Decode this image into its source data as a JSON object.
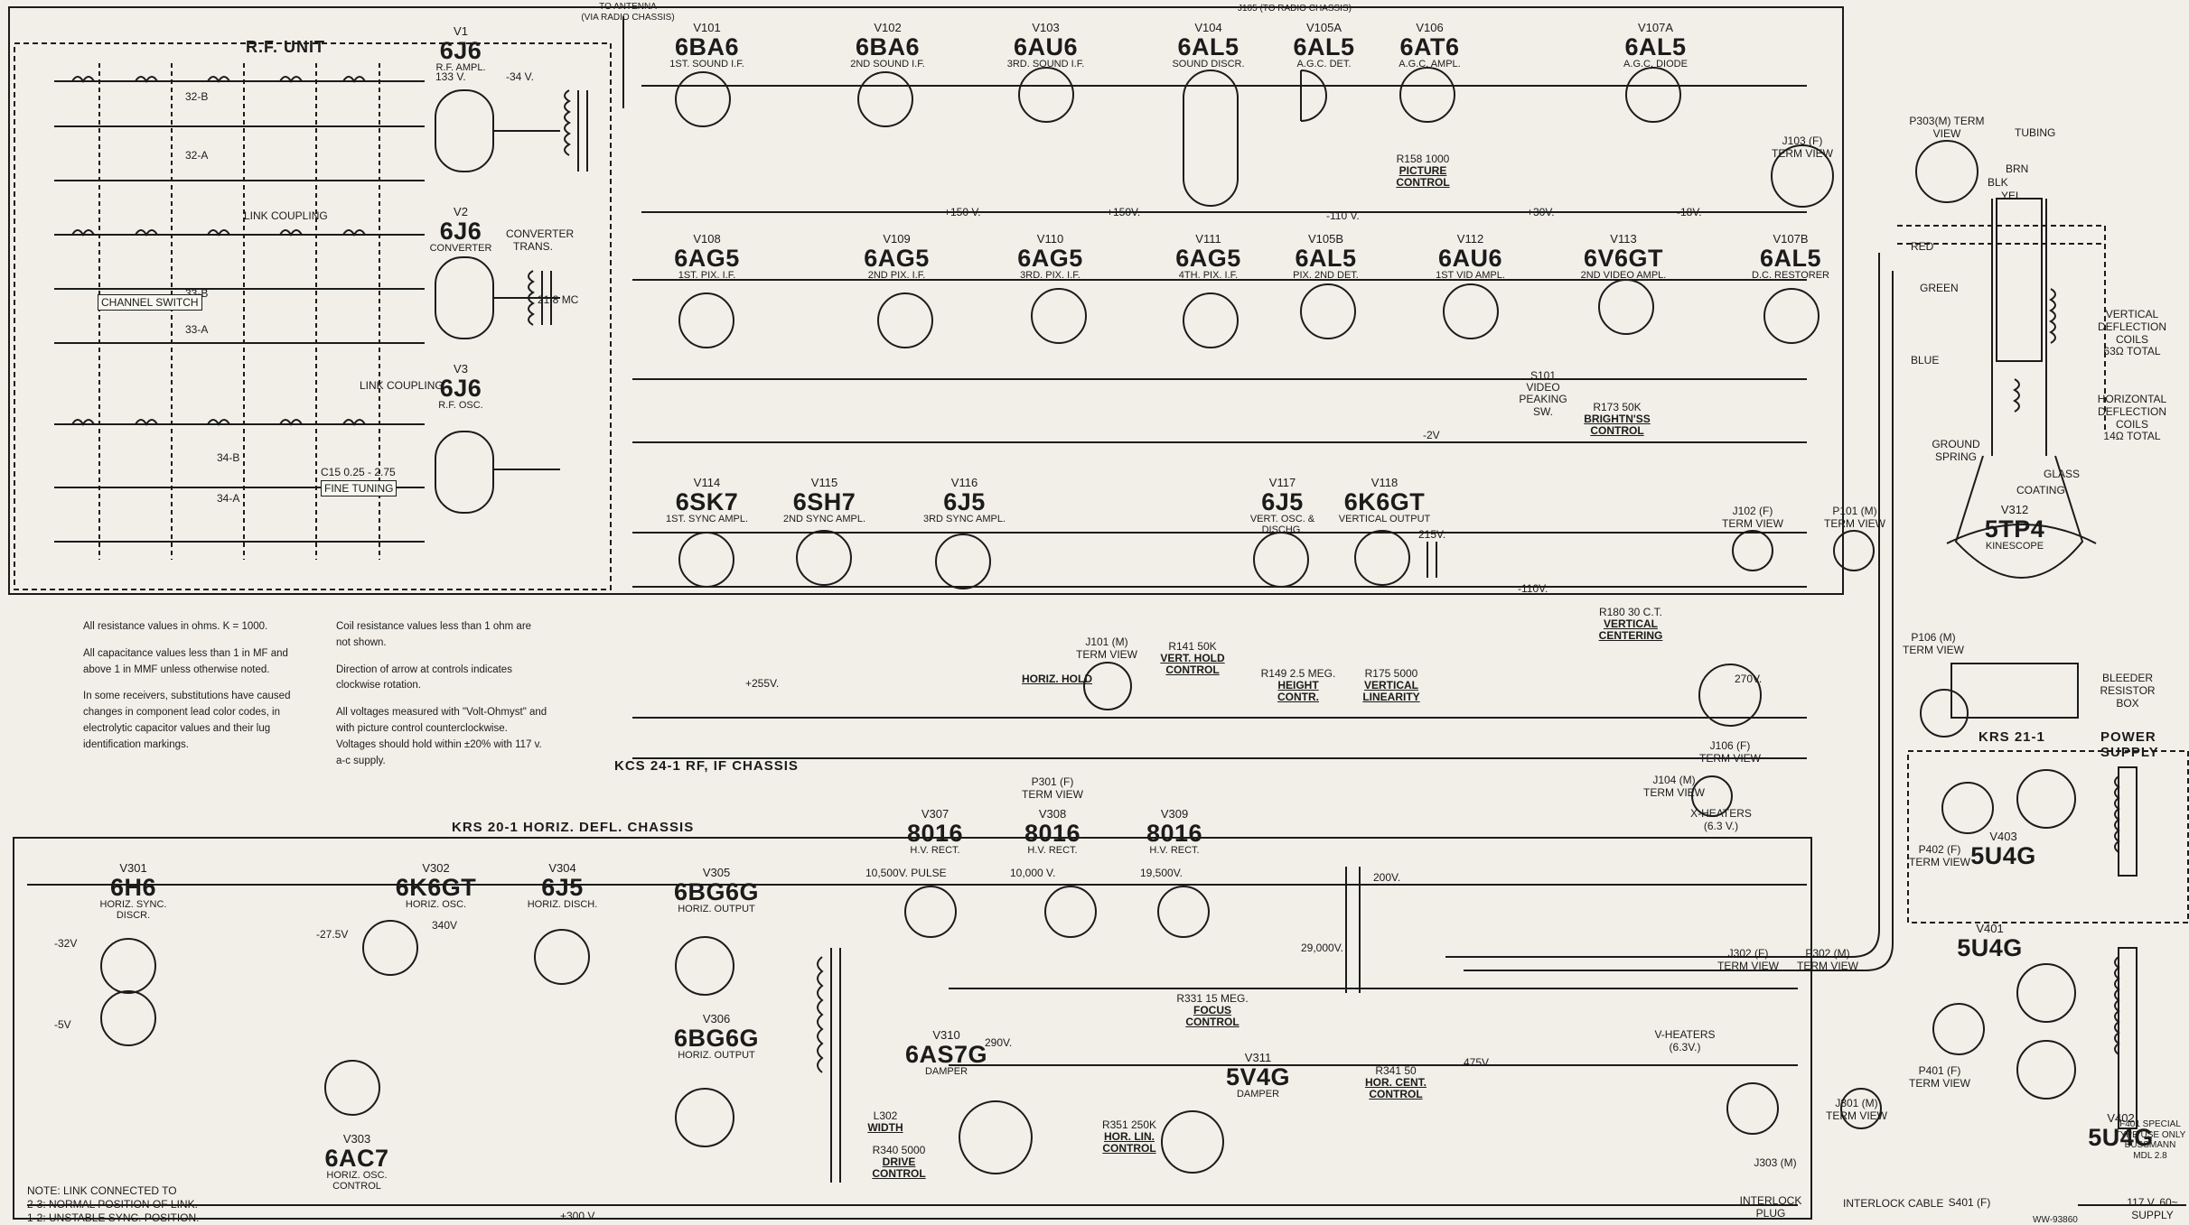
{
  "sections": {
    "rf_unit": "R.F. UNIT",
    "rf_if_chassis": "KCS 24-1 RF, IF CHASSIS",
    "horiz_defl_chassis": "KRS 20-1 HORIZ. DEFL. CHASSIS",
    "power_supply": "POWER SUPPLY",
    "power_chassis": "KRS 21-1"
  },
  "antenna_labels": [
    "TO ANTENNA",
    "(VIA RADIO CHASSIS)"
  ],
  "radio_jack": "J105 (TO RADIO CHASSIS)",
  "tubes": [
    {
      "id": "V1",
      "type": "6J6",
      "func": "R.F. AMPL."
    },
    {
      "id": "V2",
      "type": "6J6",
      "func": "CONVERTER"
    },
    {
      "id": "V3",
      "type": "6J6",
      "func": "R.F. OSC."
    },
    {
      "id": "V101",
      "type": "6BA6",
      "func": "1ST. SOUND I.F."
    },
    {
      "id": "V102",
      "type": "6BA6",
      "func": "2ND SOUND I.F."
    },
    {
      "id": "V103",
      "type": "6AU6",
      "func": "3RD. SOUND I.F."
    },
    {
      "id": "V104",
      "type": "6AL5",
      "func": "SOUND DISCR."
    },
    {
      "id": "V105A",
      "type": "6AL5",
      "func": "A.G.C. DET."
    },
    {
      "id": "V106",
      "type": "6AT6",
      "func": "A.G.C. AMPL."
    },
    {
      "id": "V107A",
      "type": "6AL5",
      "func": "A.G.C. DIODE"
    },
    {
      "id": "V108",
      "type": "6AG5",
      "func": "1ST. PIX. I.F."
    },
    {
      "id": "V109",
      "type": "6AG5",
      "func": "2ND PIX. I.F."
    },
    {
      "id": "V110",
      "type": "6AG5",
      "func": "3RD. PIX. I.F."
    },
    {
      "id": "V111",
      "type": "6AG5",
      "func": "4TH. PIX. I.F."
    },
    {
      "id": "V105B",
      "type": "6AL5",
      "func": "PIX. 2ND DET."
    },
    {
      "id": "V112",
      "type": "6AU6",
      "func": "1ST VID AMPL."
    },
    {
      "id": "V113",
      "type": "6V6GT",
      "func": "2ND VIDEO AMPL."
    },
    {
      "id": "V107B",
      "type": "6AL5",
      "func": "D.C. RESTORER"
    },
    {
      "id": "V114",
      "type": "6SK7",
      "func": "1ST. SYNC AMPL."
    },
    {
      "id": "V115",
      "type": "6SH7",
      "func": "2ND SYNC AMPL."
    },
    {
      "id": "V116",
      "type": "6J5",
      "func": "3RD SYNC AMPL."
    },
    {
      "id": "V117",
      "type": "6J5",
      "func": "VERT. OSC. & DISCHG."
    },
    {
      "id": "V118",
      "type": "6K6GT",
      "func": "VERTICAL OUTPUT"
    },
    {
      "id": "V301",
      "type": "6H6",
      "func": "HORIZ. SYNC. DISCR."
    },
    {
      "id": "V302",
      "type": "6K6GT",
      "func": "HORIZ. OSC."
    },
    {
      "id": "V304",
      "type": "6J5",
      "func": "HORIZ. DISCH."
    },
    {
      "id": "V303",
      "type": "6AC7",
      "func": "HORIZ. OSC. CONTROL"
    },
    {
      "id": "V305",
      "type": "6BG6G",
      "func": "HORIZ. OUTPUT"
    },
    {
      "id": "V306",
      "type": "6BG6G",
      "func": "HORIZ. OUTPUT"
    },
    {
      "id": "V307",
      "type": "8016",
      "func": "H.V. RECT."
    },
    {
      "id": "V308",
      "type": "8016",
      "func": "H.V. RECT."
    },
    {
      "id": "V309",
      "type": "8016",
      "func": "H.V. RECT."
    },
    {
      "id": "V310",
      "type": "6AS7G",
      "func": "DAMPER"
    },
    {
      "id": "V311",
      "type": "5V4G",
      "func": "DAMPER"
    },
    {
      "id": "V401",
      "type": "5U4G",
      "func": ""
    },
    {
      "id": "V402",
      "type": "5U4G",
      "func": ""
    },
    {
      "id": "V403",
      "type": "5U4G",
      "func": ""
    },
    {
      "id": "V312",
      "type": "5TP4",
      "func": "KINESCOPE"
    }
  ],
  "coil_groups": [
    "32-B",
    "32-A",
    "33-B",
    "33-A",
    "34-B",
    "34-A"
  ],
  "rf_labels": {
    "channel_switch": "CHANNEL SWITCH",
    "link_coupling": "LINK COUPLING",
    "converter_trans": "CONVERTER TRANS.",
    "if_freq": "21.8 MC",
    "fine_tuning": "FINE TUNING",
    "fine_tuning_value": "C15 0.25 - 2.75"
  },
  "controls": [
    {
      "name": "PICTURE",
      "word": "CONTROL",
      "ref": "R158 1000"
    },
    {
      "name": "BRIGHTN'SS",
      "word": "CONTROL",
      "ref": "R173 50K"
    },
    {
      "name": "VIDEO PEAKING",
      "word": "SW.",
      "ref": "S101"
    },
    {
      "name": "VERT. HOLD",
      "word": "CONTROL",
      "ref": "R141 50K"
    },
    {
      "name": "HEIGHT",
      "word": "CONTR.",
      "ref": "R149 2.5 MEG."
    },
    {
      "name": "VERTICAL",
      "word": "LINEARITY",
      "ref": "R175 5000"
    },
    {
      "name": "VERTICAL",
      "word": "CENTERING",
      "ref": "R180 30 C.T."
    },
    {
      "name": "HORIZ. HOLD",
      "word": "",
      "ref": ""
    },
    {
      "name": "WIDTH",
      "word": "",
      "ref": "L302"
    },
    {
      "name": "DRIVE",
      "word": "CONTROL",
      "ref": "R340 5000"
    },
    {
      "name": "FOCUS",
      "word": "CONTROL",
      "ref": "R331 15 MEG."
    },
    {
      "name": "HOR. CENT.",
      "word": "CONTROL",
      "ref": "R341 50"
    },
    {
      "name": "HOR. LIN.",
      "word": "CONTROL",
      "ref": "R351 250K"
    }
  ],
  "voltages": [
    "133 V.",
    "-34 V.",
    "+150 V.",
    "+150V.",
    "-110 V.",
    "+30V.",
    "-18V.",
    "-2V",
    "+255V.",
    "270V.",
    "215V.",
    "-110V.",
    "+300 V.",
    "10,500V. PULSE",
    "10,000 V.",
    "19,500V.",
    "29,000V.",
    "200V.",
    "290V.",
    "475V.",
    "-32V",
    "-5V",
    "-27.5V",
    "340V"
  ],
  "right_labels": {
    "p303": "P303(M) TERM VIEW",
    "tubing": "TUBING",
    "deflection_vert": [
      "VERTICAL",
      "DEFLECTION",
      "COILS",
      "63Ω TOTAL"
    ],
    "deflection_horiz": [
      "HORIZONTAL",
      "DEFLECTION",
      "COILS",
      "14Ω TOTAL"
    ],
    "wires": [
      "RED",
      "BRN",
      "YEL",
      "GREEN",
      "BLK",
      "BLUE"
    ],
    "ground_spring": "GROUND SPRING",
    "glass": "GLASS",
    "coating": "COATING",
    "bleeder": [
      "BLEEDER",
      "RESISTOR",
      "BOX"
    ],
    "x_heaters": "X-HEATERS (6.3 V.)",
    "v_heaters": "V-HEATERS (6.3V.)",
    "interlock_plug": "INTERLOCK PLUG",
    "interlock_cable": "INTERLOCK CABLE",
    "supply": "117 V. 60~ SUPPLY",
    "fuse": "F401 SPECIAL TYPE USE ONLY BUSSMANN MDL 2.8",
    "stamp": "WW-93860"
  },
  "connectors": [
    "J103 (F) TERM VIEW",
    "J102 (F) TERM VIEW",
    "P101 (M) TERM VIEW",
    "J101 (M) TERM VIEW",
    "J106 (F) TERM VIEW",
    "J104 (M) TERM VIEW",
    "P301 (F) TERM VIEW",
    "J302 (F) TERM VIEW",
    "P302 (M) TERM VIEW",
    "J301 (M) TERM VIEW",
    "P106 (M) TERM VIEW",
    "P402 (F) TERM VIEW",
    "P401 (F) TERM VIEW",
    "J303 (M)",
    "S401 (F)"
  ],
  "notes_left": [
    "All resistance values in ohms. K = 1000.",
    "All capacitance values less than 1 in MF and above 1 in MMF unless otherwise noted.",
    "In some receivers, substitutions have caused changes in component lead color codes, in electrolytic capacitor values and their lug identification markings."
  ],
  "notes_right": [
    "Coil resistance values less than 1 ohm are not shown.",
    "Direction of arrow at controls indicates clockwise rotation.",
    "All voltages measured with \"Volt-Ohmyst\" and with picture control counterclockwise. Voltages should hold within ±20% with 117 v. a-c supply."
  ],
  "footnote": [
    "NOTE: LINK CONNECTED TO",
    "2-3: NORMAL POSITION OF LINK.",
    "1-2: UNSTABLE SYNC. POSITION."
  ]
}
